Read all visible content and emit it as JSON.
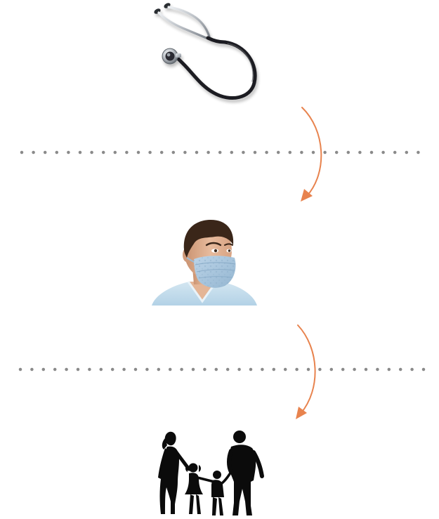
{
  "diagram": {
    "kind": "vertical-flow",
    "stages": [
      {
        "id": "stethoscope",
        "icon": "stethoscope-icon"
      },
      {
        "id": "doctor",
        "icon": "masked-doctor-icon"
      },
      {
        "id": "family",
        "icon": "family-silhouette-icon"
      }
    ],
    "connectors": [
      {
        "from": "stethoscope",
        "to": "doctor",
        "style": "curved-arrow"
      },
      {
        "from": "doctor",
        "to": "family",
        "style": "curved-arrow"
      }
    ],
    "dividers": 2
  },
  "colors": {
    "arrow": "#E8834E",
    "divider_dots": "#8A8A8A",
    "tube": "#1E1F22",
    "metal": "#B9BEC4",
    "mask": "#A9C6DE",
    "mask_pattern": "#93B3CE",
    "skin": "#E2B394",
    "hair": "#3A2619",
    "scrubs": "#C4DDEC",
    "silhouette": "#0B0B0B"
  }
}
